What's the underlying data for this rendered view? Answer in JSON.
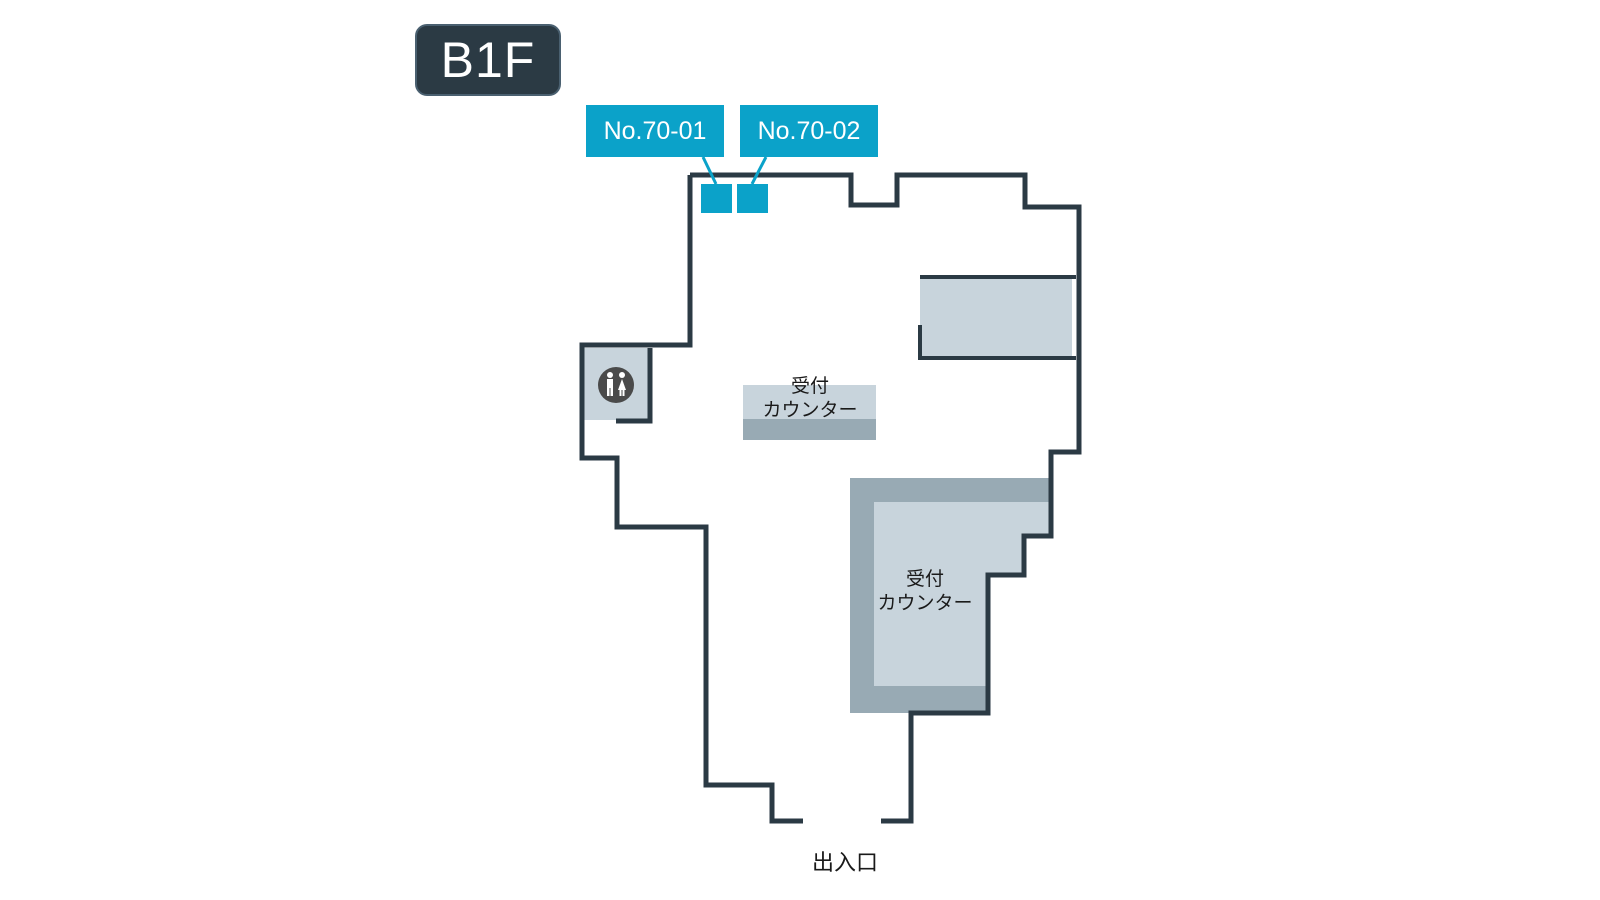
{
  "floor": {
    "label": "B1F"
  },
  "lockers": [
    {
      "id": "No.70-01"
    },
    {
      "id": "No.70-02"
    }
  ],
  "counters": [
    {
      "line1": "受付",
      "line2": "カウンター"
    },
    {
      "line1": "受付",
      "line2": "カウンター"
    }
  ],
  "entrance": {
    "label": "出入口"
  },
  "icons": {
    "restroom": "restroom-icon"
  },
  "colors": {
    "wall": "#2b3a44",
    "locker": "#0ba2c9",
    "area_fill": "#c8d4dc",
    "area_dark": "#98aab4"
  }
}
